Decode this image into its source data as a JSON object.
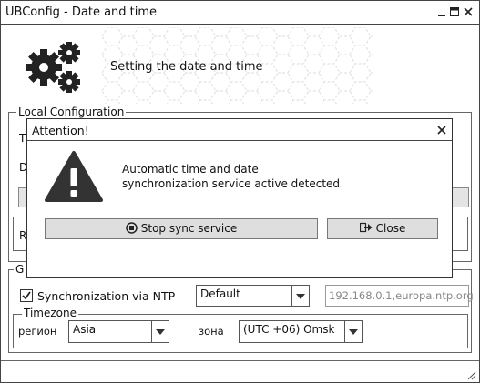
{
  "window": {
    "title": "UBConfig - Date and time"
  },
  "header": {
    "text": "Setting the date and time",
    "icon": "gears-icon"
  },
  "local_config": {
    "label": "Local Configuration",
    "partial_labels": [
      "T",
      "D",
      "R"
    ]
  },
  "sync_group": {
    "label": "G",
    "ntp_checkbox_label": "Synchronization via NTP",
    "ntp_checked": true,
    "server_preset": "Default",
    "server_list": "192.168.0.1,europa.ntp.org"
  },
  "timezone": {
    "label": "Timezone",
    "region_label": "регион",
    "region_value": "Asia",
    "zone_label": "зона",
    "zone_value": "(UTC +06) Omsk"
  },
  "modal": {
    "title": "Attention!",
    "message_line1": "Automatic time and date",
    "message_line2": "synchronization service active detected",
    "stop_button": "Stop sync service",
    "close_button": "Close",
    "icons": {
      "warning": "warning-icon",
      "stop": "stop-icon",
      "close": "exit-icon"
    }
  }
}
